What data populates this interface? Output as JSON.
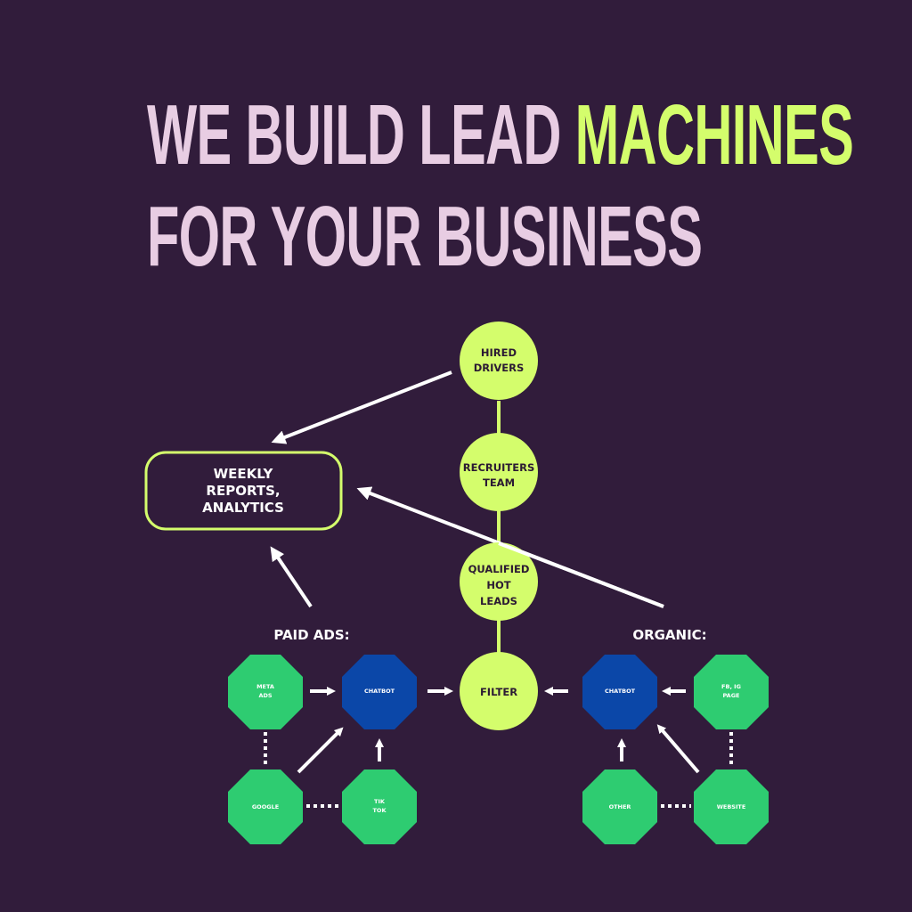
{
  "headline": {
    "line1_main": "WE BUILD LEAD",
    "line1_accent": "MACHINES",
    "line2": "FOR YOUR BUSINESS"
  },
  "colors": {
    "background": "#311c3b",
    "headline": "#e8cde3",
    "accent": "#d4fd6c",
    "source_node": "#2ecc71",
    "chatbot_node": "#0b47a8",
    "arrow": "#ffffff"
  },
  "report_box": {
    "lines": [
      "WEEKLY",
      "REPORTS,",
      "ANALYTICS"
    ]
  },
  "pipeline": [
    {
      "id": "hired",
      "lines": [
        "HIRED",
        "DRIVERS"
      ]
    },
    {
      "id": "recruiters",
      "lines": [
        "RECRUITERS",
        "TEAM"
      ]
    },
    {
      "id": "qualified",
      "lines": [
        "QUALIFIED",
        "HOT",
        "LEADS"
      ]
    },
    {
      "id": "filter",
      "lines": [
        "FILTER"
      ]
    }
  ],
  "sections": {
    "paid": {
      "label": "PAID ADS:",
      "chatbot": [
        "CHATBOT"
      ],
      "sources": [
        {
          "id": "meta",
          "lines": [
            "META",
            "ADS"
          ]
        },
        {
          "id": "google",
          "lines": [
            "GOOGLE"
          ]
        },
        {
          "id": "tiktok",
          "lines": [
            "TIK",
            "TOK"
          ]
        }
      ]
    },
    "organic": {
      "label": "ORGANIC:",
      "chatbot": [
        "CHATBOT"
      ],
      "sources": [
        {
          "id": "fbig",
          "lines": [
            "FB, IG",
            "PAGE"
          ]
        },
        {
          "id": "other",
          "lines": [
            "OTHER"
          ]
        },
        {
          "id": "website",
          "lines": [
            "WEBSITE"
          ]
        }
      ]
    }
  }
}
